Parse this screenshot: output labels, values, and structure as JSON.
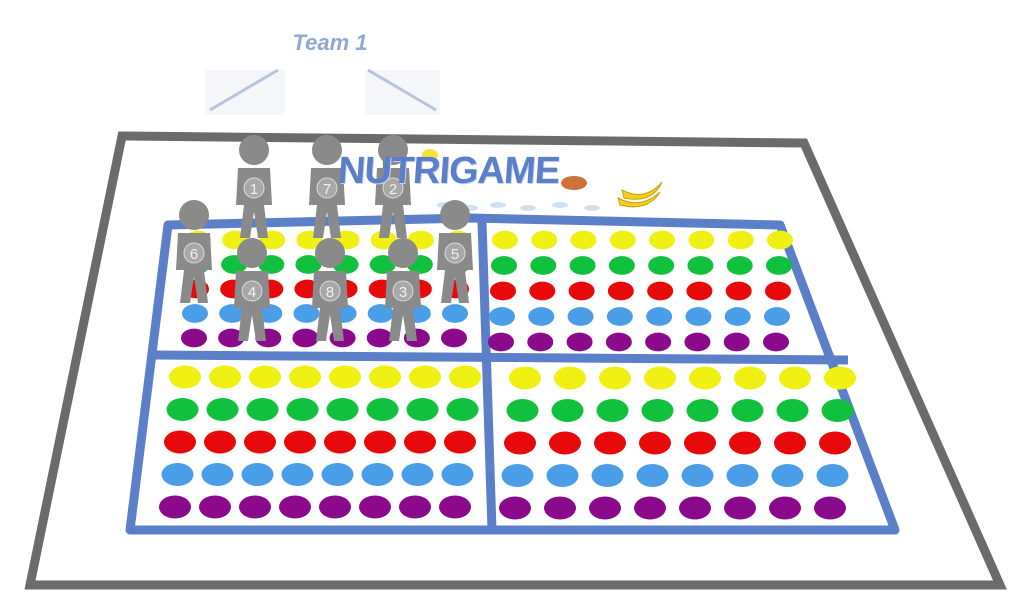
{
  "team": {
    "label": "Team 1"
  },
  "board": {
    "logo_text": "NUTRIGAME",
    "border_color": "#6b6b6b",
    "mat_color": "#ffffff",
    "grid_border_color": "#5b7fc9",
    "row_colors": [
      "#f0f013",
      "#0fc13c",
      "#e80a0a",
      "#4a9ee8",
      "#8b0a8b"
    ],
    "logo_icons": [
      "carrot-icon",
      "sweet-potato-icon",
      "banana-icon",
      "lemon-icon"
    ]
  },
  "players": [
    {
      "number": "1"
    },
    {
      "number": "7"
    },
    {
      "number": "2"
    },
    {
      "number": "6"
    },
    {
      "number": "4"
    },
    {
      "number": "8"
    },
    {
      "number": "3"
    },
    {
      "number": "5"
    }
  ],
  "player_color": "#8a8a8a"
}
